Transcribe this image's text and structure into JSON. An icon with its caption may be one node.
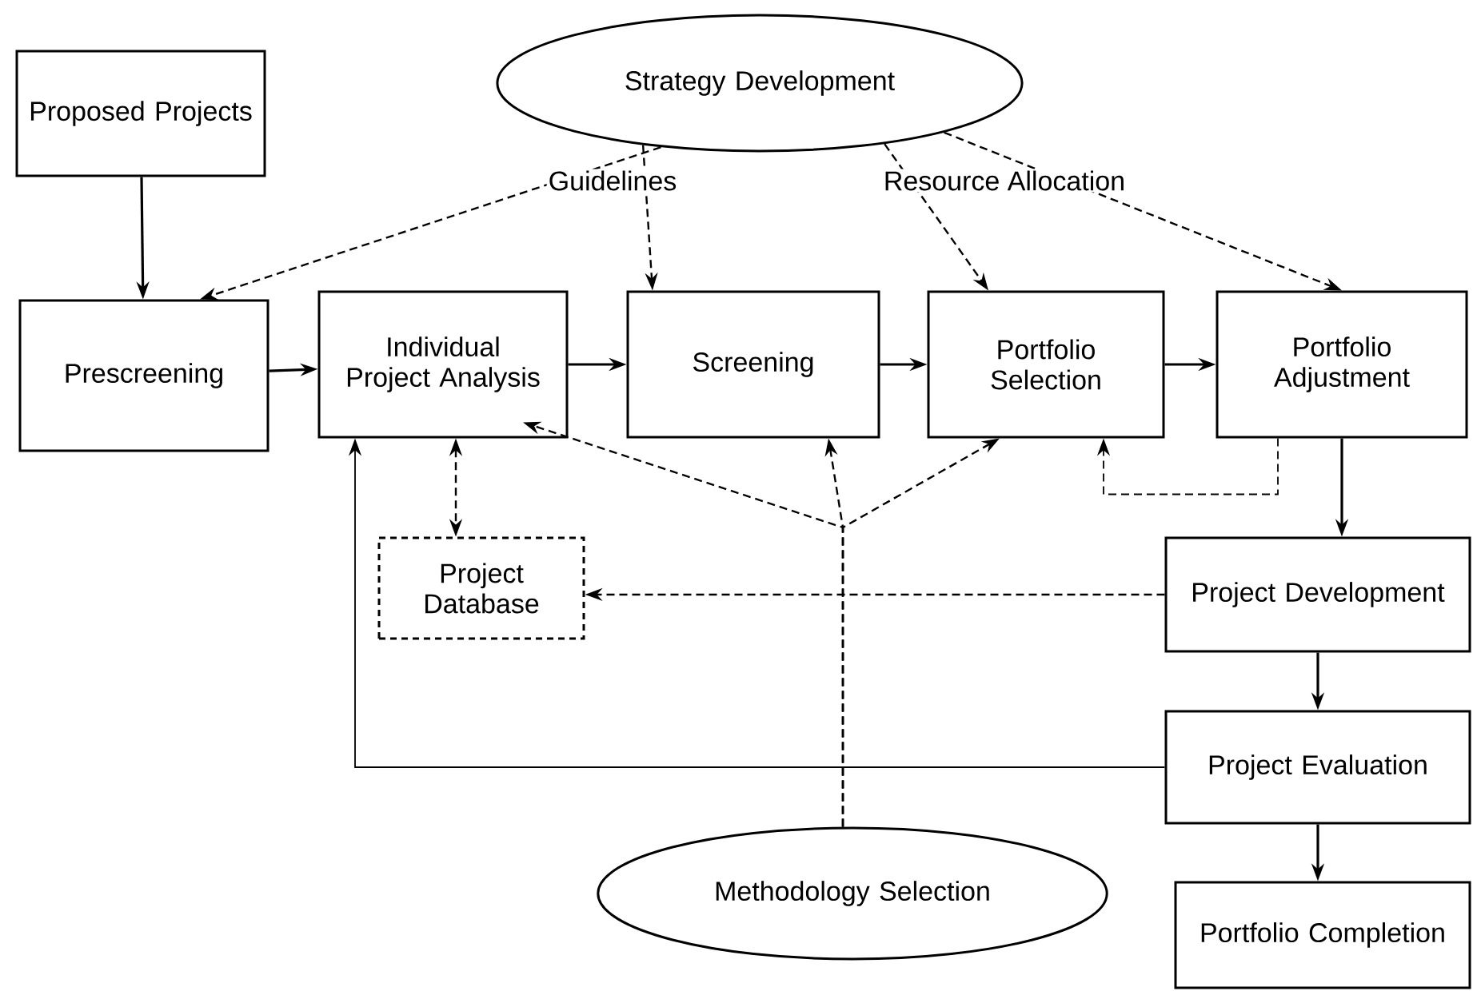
{
  "diagram": {
    "nodes": [
      {
        "text": [
          "Proposed Projects"
        ]
      },
      {
        "text": [
          "Strategy Development"
        ]
      },
      {
        "text": [
          "Prescreening"
        ]
      },
      {
        "text": [
          "Individual Project Analysis"
        ]
      },
      {
        "text": [
          "Screening"
        ]
      },
      {
        "text": [
          "Portfolio Selection"
        ]
      },
      {
        "text": [
          "Portfolio Adjustment"
        ]
      },
      {
        "text": [
          "Project Database"
        ]
      },
      {
        "text": [
          "Project Development"
        ]
      },
      {
        "text": [
          "Project Evaluation"
        ]
      },
      {
        "text": [
          "Methodology Selection"
        ]
      },
      {
        "text": [
          "Portfolio Completion"
        ]
      }
    ],
    "edges": [
      {
        "from": 0,
        "to": 2,
        "arrow": "to"
      },
      {
        "from": 1,
        "to": 2,
        "arrow": "to",
        "style": "dashed"
      },
      {
        "from": 1,
        "to": 4,
        "arrow": "to",
        "style": "dashed",
        "label": "Guidelines"
      },
      {
        "from": 1,
        "to": 5,
        "arrow": "to",
        "style": "dashed",
        "label": "Resource Allocation"
      },
      {
        "from": 1,
        "to": 6,
        "arrow": "to",
        "style": "dashed"
      },
      {
        "from": 2,
        "to": 3,
        "arrow": "to"
      },
      {
        "from": 3,
        "to": 4,
        "arrow": "to"
      },
      {
        "from": 4,
        "to": 5,
        "arrow": "to"
      },
      {
        "from": 5,
        "to": 6,
        "arrow": "to"
      },
      {
        "from": 6,
        "to": 5,
        "arrow": "to",
        "style": "dashed"
      },
      {
        "from": 6,
        "to": 8,
        "arrow": "to"
      },
      {
        "from": 8,
        "to": 9,
        "arrow": "to"
      },
      {
        "from": 9,
        "to": 11,
        "arrow": "to"
      },
      {
        "from": 9,
        "to": 3,
        "arrow": "to"
      },
      {
        "from": 3,
        "to": 7,
        "arrow": "both",
        "style": "dashed"
      },
      {
        "from": 8,
        "to": 7,
        "arrow": "to",
        "style": "dashed"
      },
      {
        "from": 10,
        "to": 3,
        "arrow": "to",
        "style": "dashed"
      },
      {
        "from": 10,
        "to": 4,
        "arrow": "to",
        "style": "dashed"
      },
      {
        "from": 10,
        "to": 5,
        "arrow": "to",
        "style": "dashed"
      }
    ]
  }
}
